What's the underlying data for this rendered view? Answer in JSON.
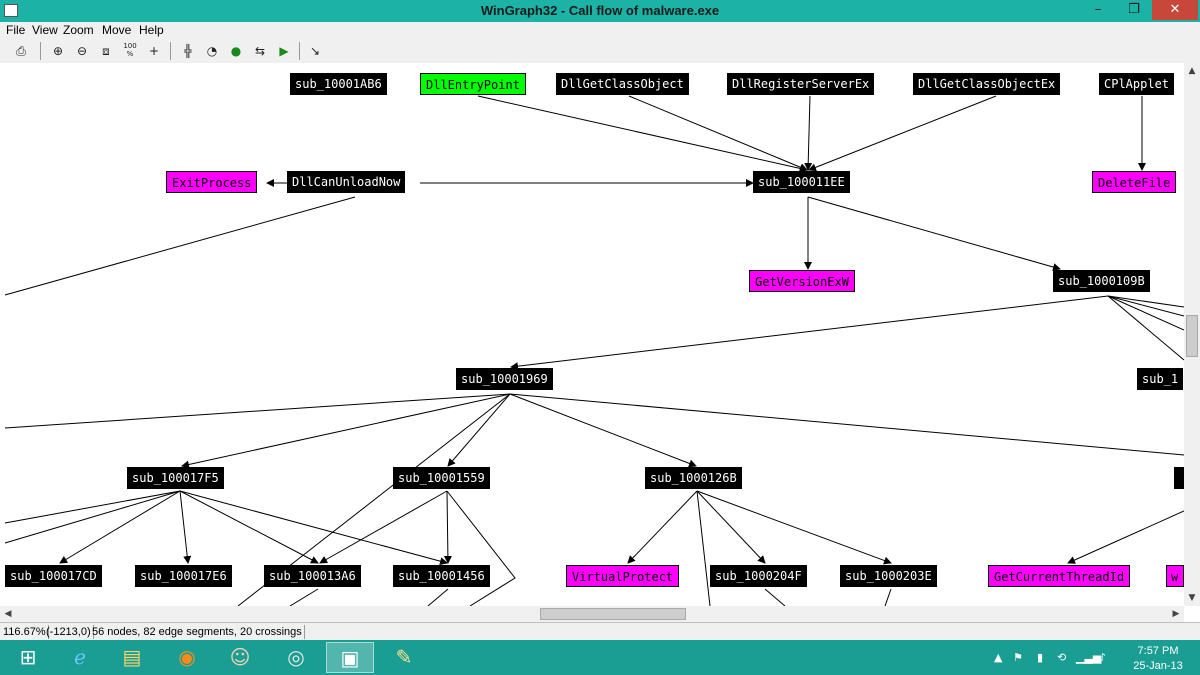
{
  "window": {
    "title": "WinGraph32 - Call flow of malware.exe",
    "controls": {
      "minimize": "–",
      "maximize": "❐",
      "close": "✕"
    }
  },
  "menu": [
    "File",
    "View",
    "Zoom",
    "Move",
    "Help"
  ],
  "toolbar": {
    "icons": [
      "printer-icon",
      "zoom-in-icon",
      "zoom-out-icon",
      "fit-window-icon",
      "zoom-100-icon",
      "center-icon",
      "layout-icon",
      "rotate-icon",
      "circle-icon",
      "swap-icon",
      "forward-icon",
      "cursor-icon"
    ],
    "zoom100_label": "100\n%"
  },
  "graph": {
    "nodes": [
      {
        "label": "sub_10001AB6",
        "type": "func"
      },
      {
        "label": "DllEntryPoint",
        "type": "entry"
      },
      {
        "label": "DllGetClassObject",
        "type": "func"
      },
      {
        "label": "DllRegisterServerEx",
        "type": "func"
      },
      {
        "label": "DllGetClassObjectEx",
        "type": "func"
      },
      {
        "label": "CPlApplet",
        "type": "func"
      },
      {
        "label": "ExitProcess",
        "type": "api"
      },
      {
        "label": "DllCanUnloadNow",
        "type": "func"
      },
      {
        "label": "sub_100011EE",
        "type": "func"
      },
      {
        "label": "DeleteFile",
        "type": "api"
      },
      {
        "label": "GetVersionExW",
        "type": "api"
      },
      {
        "label": "sub_1000109B",
        "type": "func"
      },
      {
        "label": "sub_10001969",
        "type": "func"
      },
      {
        "label": "sub_1",
        "type": "func"
      },
      {
        "label": "sub_100017F5",
        "type": "func"
      },
      {
        "label": "sub_10001559",
        "type": "func"
      },
      {
        "label": "sub_1000126B",
        "type": "func"
      },
      {
        "label": "sub_100017CD",
        "type": "func"
      },
      {
        "label": "sub_100017E6",
        "type": "func"
      },
      {
        "label": "sub_100013A6",
        "type": "func"
      },
      {
        "label": "sub_10001456",
        "type": "func"
      },
      {
        "label": "VirtualProtect",
        "type": "api"
      },
      {
        "label": "sub_1000204F",
        "type": "func"
      },
      {
        "label": "sub_1000203E",
        "type": "func"
      },
      {
        "label": "GetCurrentThreadId",
        "type": "api"
      },
      {
        "label": "w",
        "type": "api"
      }
    ],
    "colors": {
      "func": "#000000",
      "api": "#ff00ff",
      "entry": "#00ff00"
    }
  },
  "status": {
    "zoom": "116.67%",
    "coords": "(-1213,0)",
    "summary": "56 nodes, 82 edge segments, 20 crossings"
  },
  "taskbar": {
    "apps": [
      "start-icon",
      "internet-explorer-icon",
      "file-explorer-icon",
      "firefox-icon",
      "photo-icon",
      "chrome-icon",
      "wingraph-icon",
      "paint-icon"
    ],
    "clock_time": "7:57 PM",
    "clock_date": "25-Jan-13"
  }
}
